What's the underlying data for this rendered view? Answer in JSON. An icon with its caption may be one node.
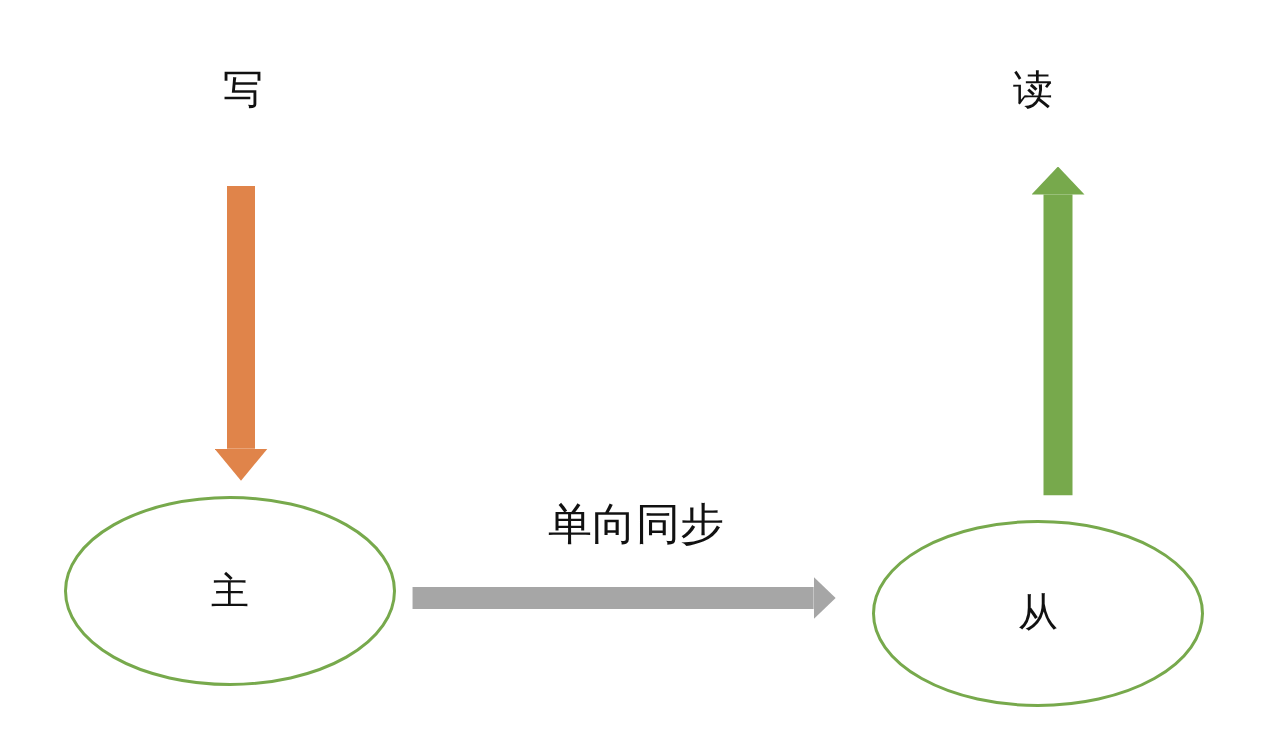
{
  "diagram": {
    "nodes": [
      {
        "text": [
          "写"
        ]
      },
      {
        "text": [
          "主"
        ]
      },
      {
        "text": [
          "从"
        ]
      },
      {
        "text": [
          "读"
        ]
      }
    ],
    "edges": [
      {
        "from": 0,
        "to": 1,
        "arrow": "to",
        "color": "#e0844a"
      },
      {
        "from": 1,
        "to": 2,
        "arrow": "to",
        "label": "单向同步",
        "color": "#a6a6a6"
      },
      {
        "from": 2,
        "to": 3,
        "arrow": "to",
        "color": "#77a94c"
      }
    ]
  }
}
